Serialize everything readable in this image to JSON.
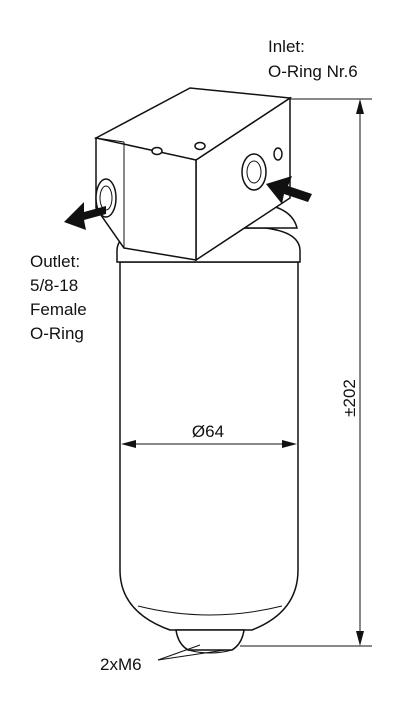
{
  "labels": {
    "inlet_line1": "Inlet:",
    "inlet_line2": "O-Ring Nr.6",
    "outlet_line1": "Outlet:",
    "outlet_line2": "5/8-18",
    "outlet_line3": "Female",
    "outlet_line4": "O-Ring",
    "diameter": "Ø64",
    "height": "±202",
    "bolts": "2xM6"
  }
}
